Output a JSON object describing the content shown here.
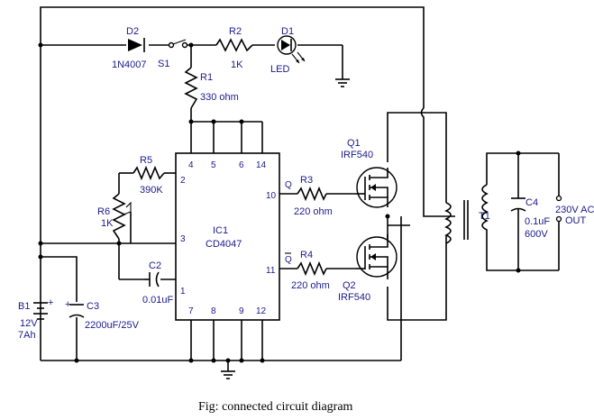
{
  "caption": "Fig: connected circuit diagram",
  "components": {
    "d2": {
      "ref": "D2",
      "value": "1N4007"
    },
    "s1": {
      "ref": "S1"
    },
    "r2": {
      "ref": "R2",
      "value": "1K"
    },
    "d1": {
      "ref": "D1",
      "value": "LED"
    },
    "r1": {
      "ref": "R1",
      "value": "330 ohm"
    },
    "r5": {
      "ref": "R5",
      "value": "390K"
    },
    "r6": {
      "ref": "R6",
      "value": "1K"
    },
    "ic1": {
      "ref": "IC1",
      "value": "CD4047"
    },
    "c2": {
      "ref": "C2",
      "value": "0.01uF"
    },
    "r3": {
      "ref": "R3",
      "value": "220 ohm"
    },
    "r4": {
      "ref": "R4",
      "value": "220 ohm"
    },
    "q1": {
      "ref": "Q1",
      "value": "IRF540"
    },
    "q2": {
      "ref": "Q2",
      "value": "IRF540"
    },
    "t1": {
      "ref": "T1"
    },
    "c4": {
      "ref": "C4",
      "value": "0.1uF",
      "rating": "600V"
    },
    "out": {
      "line1": "230V AC",
      "line2": "OUT"
    },
    "b1": {
      "ref": "B1",
      "value": "12V",
      "rating": "7Ah"
    },
    "c3": {
      "ref": "C3",
      "value": "2200uF/25V"
    }
  },
  "ic_pins": {
    "p4": "4",
    "p5": "5",
    "p6": "6",
    "p14": "14",
    "p2": "2",
    "p3": "3",
    "p1": "1",
    "p10": "10",
    "p11": "11",
    "p7": "7",
    "p8": "8",
    "p9": "9",
    "p12": "12",
    "q": "Q",
    "qbar": "Q"
  },
  "colors": {
    "wire": "#000000",
    "label": "#1a1a8c",
    "background": "#ffffff"
  }
}
